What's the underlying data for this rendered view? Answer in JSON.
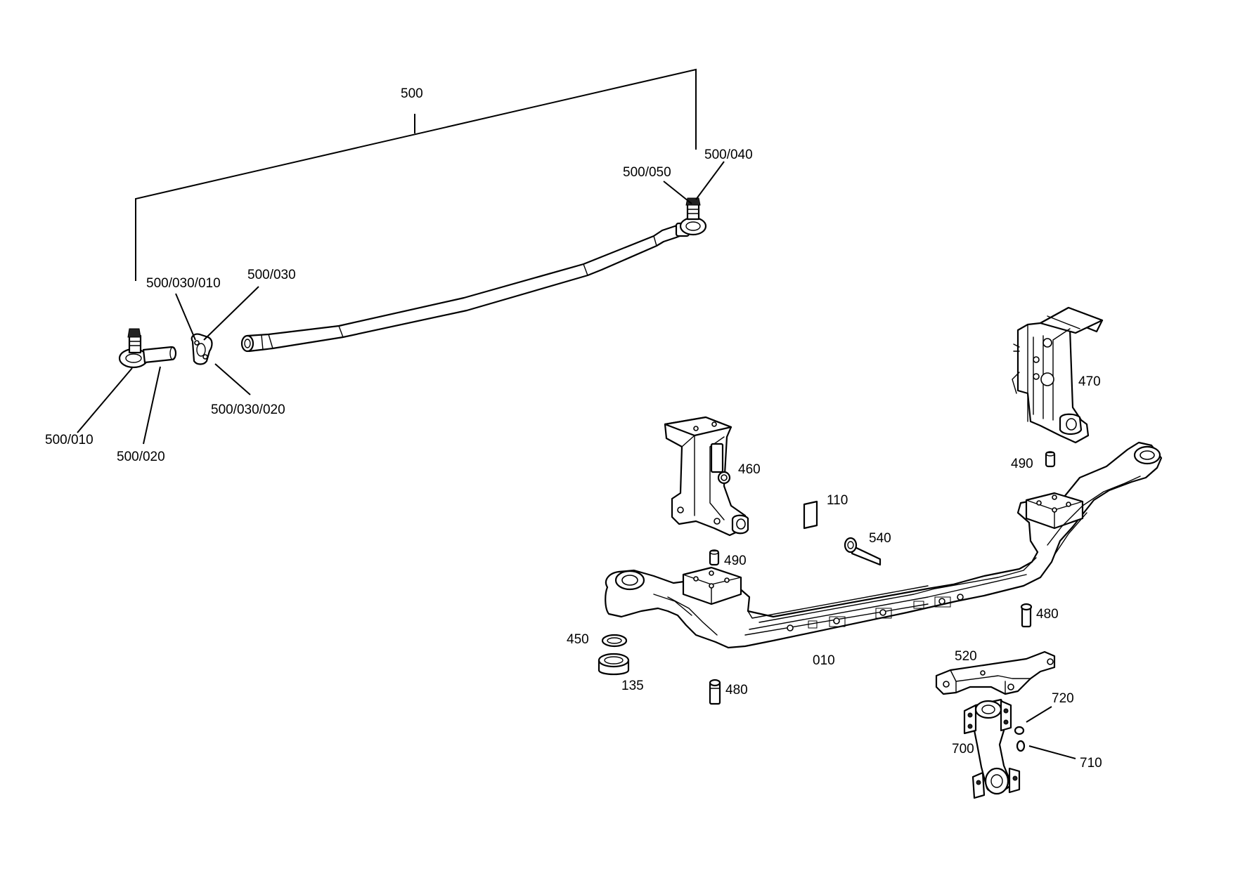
{
  "labels": {
    "p500": "500",
    "p500_050": "500/050",
    "p500_040": "500/040",
    "p500_030_010": "500/030/010",
    "p500_030": "500/030",
    "p500_030_020": "500/030/020",
    "p500_010": "500/010",
    "p500_020": "500/020",
    "p470": "470",
    "p460": "460",
    "p490_top": "490",
    "p490_mid": "490",
    "p110": "110",
    "p540": "540",
    "p480_right": "480",
    "p480_left": "480",
    "p450": "450",
    "p135": "135",
    "p010": "010",
    "p520": "520",
    "p720": "720",
    "p700": "700",
    "p710": "710"
  }
}
